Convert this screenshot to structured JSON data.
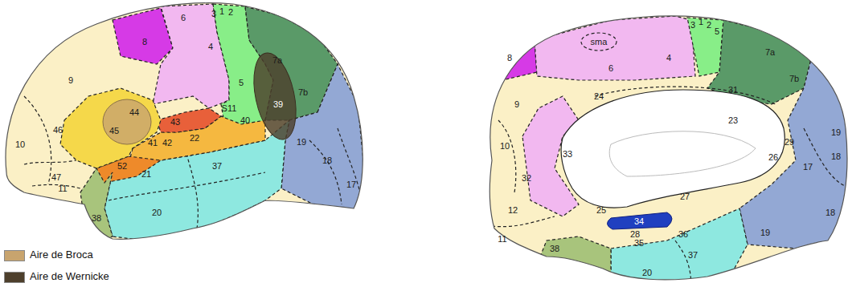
{
  "diagram": {
    "labels": [
      "6",
      "8",
      "4",
      "3",
      "1",
      "2",
      "9",
      "7a",
      "5",
      "S11",
      "40",
      "39",
      "46",
      "44",
      "10",
      "45",
      "43",
      "41",
      "42",
      "22",
      "7b",
      "19",
      "18",
      "17",
      "47",
      "11",
      "52",
      "21",
      "37",
      "38",
      "20",
      "3",
      "1",
      "2",
      "5",
      "8",
      "sma",
      "6",
      "4",
      "7a",
      "7b",
      "31",
      "9",
      "24",
      "23",
      "19",
      "18",
      "10",
      "33",
      "29",
      "26",
      "17",
      "32",
      "27",
      "25",
      "12",
      "34",
      "28",
      "35",
      "36",
      "11",
      "19",
      "18",
      "38",
      "37",
      "20"
    ],
    "legend": [
      {
        "text": "Aire de Broca",
        "color": "#c8a46e"
      },
      {
        "text": "Aire de Wernicke",
        "color": "#4d3f2c"
      }
    ]
  }
}
